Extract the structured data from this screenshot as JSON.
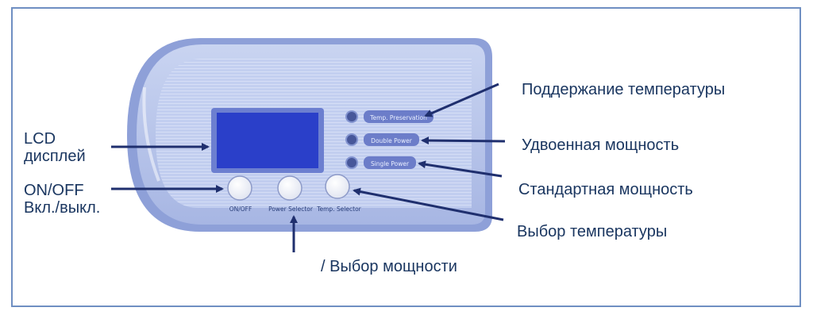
{
  "panel": {
    "indicators": [
      "Temp. Preservation",
      "Double Power",
      "Single Power"
    ],
    "buttons": [
      "ON/OFF",
      "Power Selector",
      "Temp. Selector"
    ]
  },
  "callouts": {
    "lcd_line1": "LCD",
    "lcd_line2": "дисплей",
    "onoff_line1": "ON/OFF",
    "onoff_line2": "Вкл./выкл.",
    "temp_preservation": "Поддержание температуры",
    "double_power": "Удвоенная мощность",
    "single_power": "Стандартная мощность",
    "temp_selector": "Выбор температуры",
    "power_selector": "/ Выбор мощности"
  },
  "colors": {
    "border": "#6f8fc2",
    "panel_face": "#b5c3ea",
    "lcd": "#2a3fc9",
    "arrow": "#1f2f6e",
    "callout_text": "#1a3660"
  }
}
